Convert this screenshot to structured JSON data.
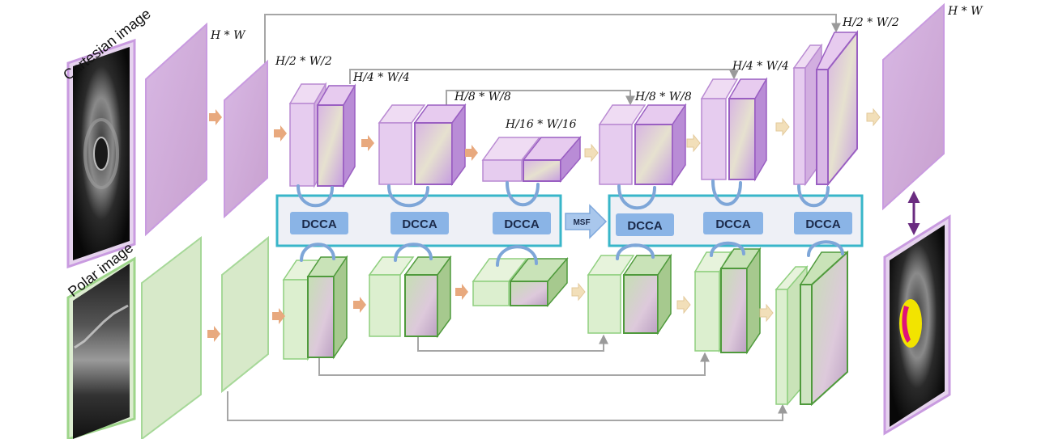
{
  "labels": {
    "cartesian": "Cartesian image",
    "polar": "Polar image",
    "input_size": "H * W",
    "output_size": "H * W",
    "enc1_size": "H/2 * W/2",
    "enc2_size": "H/4 * W/4",
    "enc3_size": "H/8 * W/8",
    "bottleneck_size": "H/16 * W/16",
    "dec3_size": "H/8 * W/8",
    "dec2_size": "H/4 * W/4",
    "dec1_size": "H/2 * W/2"
  },
  "modules": {
    "dcca": [
      "DCCA",
      "DCCA",
      "DCCA",
      "DCCA",
      "DCCA",
      "DCCA"
    ],
    "msf": "MSF"
  },
  "colors": {
    "cartesian_border": "#c99be0",
    "cartesian_fill": "#d9b9e6",
    "polar_border": "#8fcf7f",
    "polar_fill": "#d7e9c9",
    "dcca_box": "#8ab4e6",
    "dcca_frame": "#38b6c9",
    "arrow_orange": "#e8a97e",
    "arrow_cream": "#f2dfb9",
    "skip_line": "#a6a6a6",
    "output_arrow": "#6a2c80"
  }
}
